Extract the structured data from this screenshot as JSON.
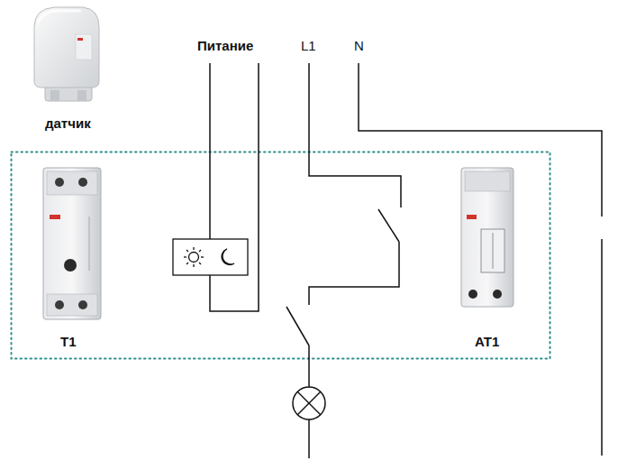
{
  "diagram": {
    "labels": [
      "датчик",
      "Питание",
      "L1",
      "N",
      "T1",
      "AT1"
    ]
  }
}
